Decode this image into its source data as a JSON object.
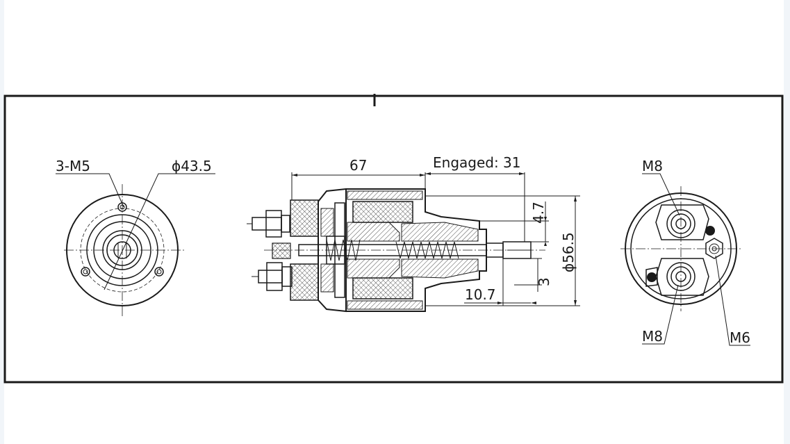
{
  "drawing": {
    "colors": {
      "line": "#1a1a1a",
      "background": "#ffffff",
      "margin": "#f1f5f9"
    },
    "front_view": {
      "label_thread": "3-M5",
      "label_diameter": "ϕ43.5"
    },
    "side_view": {
      "label_length": "67",
      "label_engaged": "Engaged: 31",
      "label_4_7": "4.7",
      "label_diameter": "ϕ56.5",
      "label_3": "3",
      "label_10_7": "10.7"
    },
    "rear_view": {
      "label_top_terminal": "M8",
      "label_bottom_terminal": "M8",
      "label_small_terminal": "M6"
    }
  }
}
